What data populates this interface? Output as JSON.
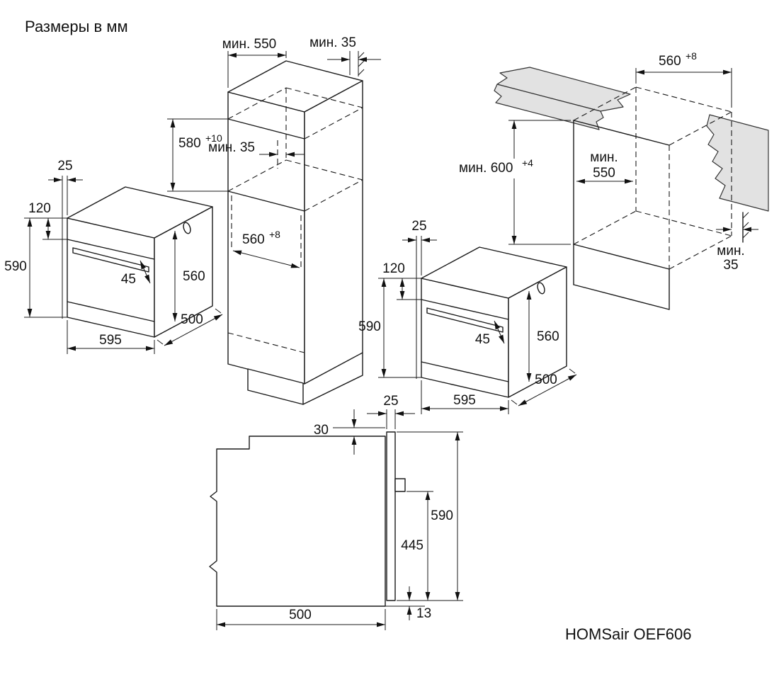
{
  "title": "Размеры в мм",
  "model": "HOMSair OEF606",
  "oven": {
    "door_offset": "25",
    "panel_height": "120",
    "height": "590",
    "handle_clearance": "45",
    "body_height": "560",
    "width": "595",
    "depth": "500"
  },
  "column": {
    "depth_min": "мин. 550",
    "wall_gap_min": "мин. 35",
    "niche_height": "580",
    "niche_height_tol": "+10",
    "shelf_gap_min": "мин. 35",
    "niche_width": "560",
    "niche_width_tol": "+8"
  },
  "undercounter": {
    "niche_width": "560",
    "niche_width_tol": "+8",
    "niche_height": "мин. 600",
    "niche_height_tol": "+4",
    "depth_min_line1": "мин.",
    "depth_min_line2": "550",
    "wall_gap_line1": "мин.",
    "wall_gap_line2": "35"
  },
  "side_view": {
    "front_offset": "25",
    "top_gap": "30",
    "height": "590",
    "handle_to_bottom": "445",
    "depth": "500",
    "bottom_gap": "13"
  }
}
